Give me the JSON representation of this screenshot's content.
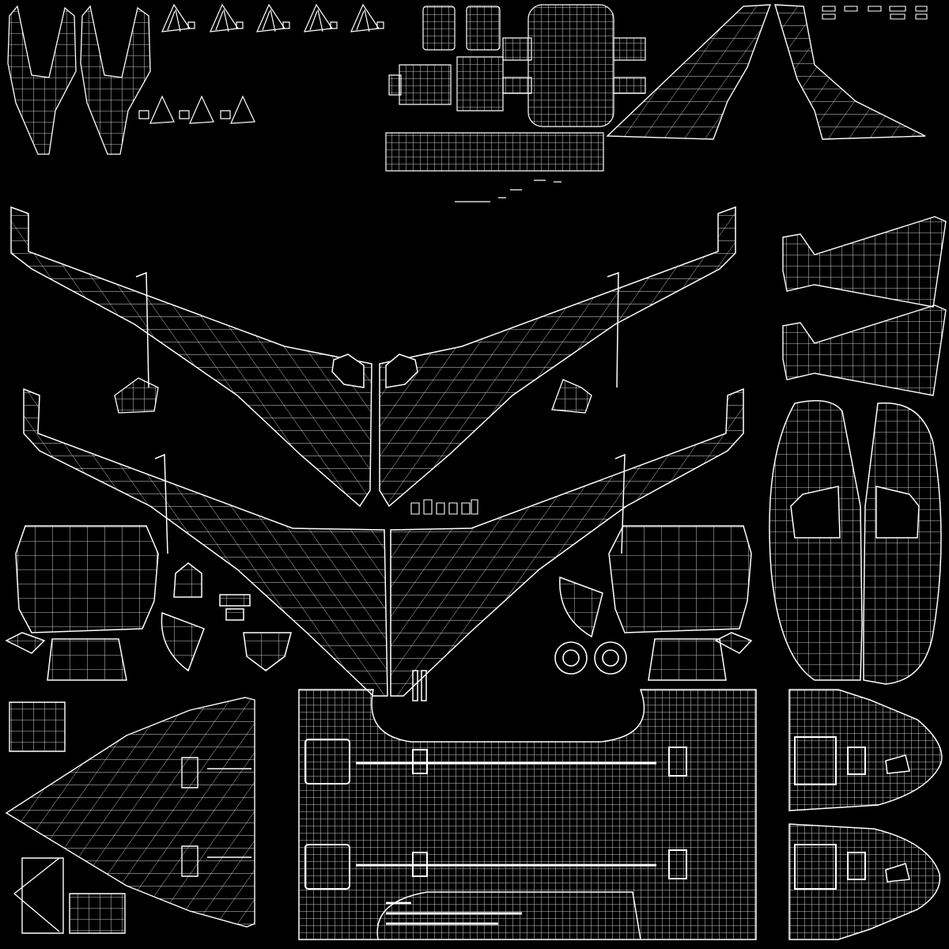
{
  "uv_layout": {
    "background_color": "#000000",
    "wire_color": "#ffffff",
    "islands": [
      {
        "id": "vertical-tail-pair",
        "label": ""
      },
      {
        "id": "small-fin-pieces",
        "label": ""
      },
      {
        "id": "landing-gear-parts",
        "label": ""
      },
      {
        "id": "engine-pylon-parts",
        "label": ""
      },
      {
        "id": "horizontal-stabilizer-pair",
        "label": ""
      },
      {
        "id": "upper-wing-pair",
        "label": ""
      },
      {
        "id": "lower-wing-pair",
        "label": ""
      },
      {
        "id": "winglets",
        "label": ""
      },
      {
        "id": "engine-nacelles",
        "label": ""
      },
      {
        "id": "nose-cone-shells",
        "label": ""
      },
      {
        "id": "fuselage-center-panel",
        "label": ""
      },
      {
        "id": "fuselage-tail-cone",
        "label": ""
      },
      {
        "id": "cockpit-nose-panels",
        "label": ""
      },
      {
        "id": "wheel-hubs",
        "label": ""
      }
    ]
  }
}
